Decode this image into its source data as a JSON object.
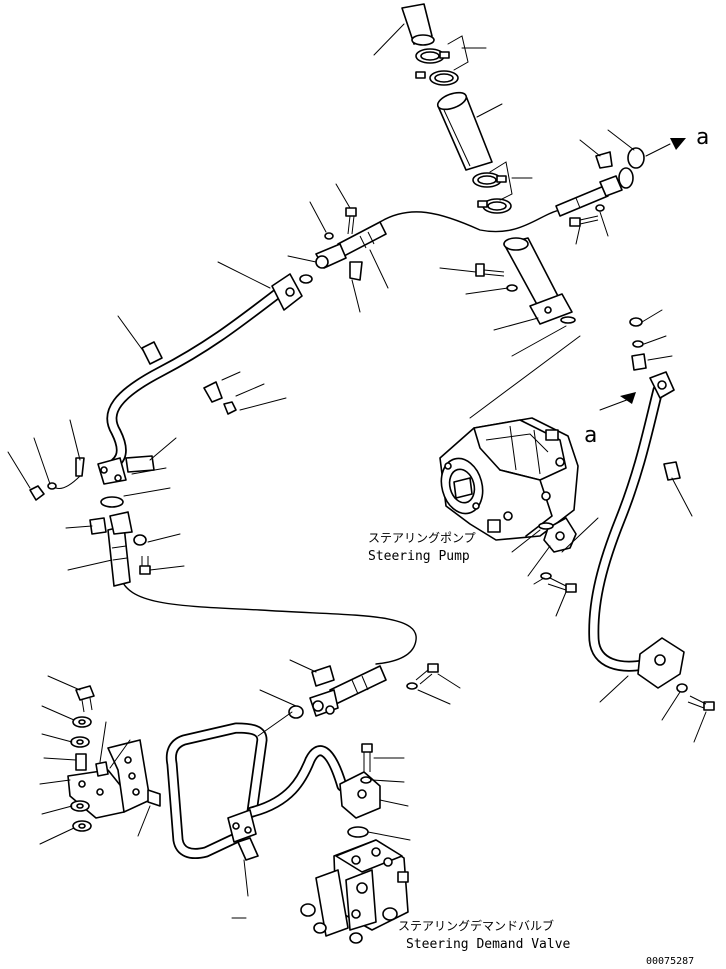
{
  "labels": {
    "steering_pump_jp": "ステアリングポンプ",
    "steering_pump_en": "Steering Pump",
    "steering_demand_valve_jp": "ステアリングデマンドバルブ",
    "steering_demand_valve_en": "Steering Demand Valve",
    "connection_ref_top": "a",
    "connection_ref_right": "a",
    "drawing_number": "00075287"
  }
}
